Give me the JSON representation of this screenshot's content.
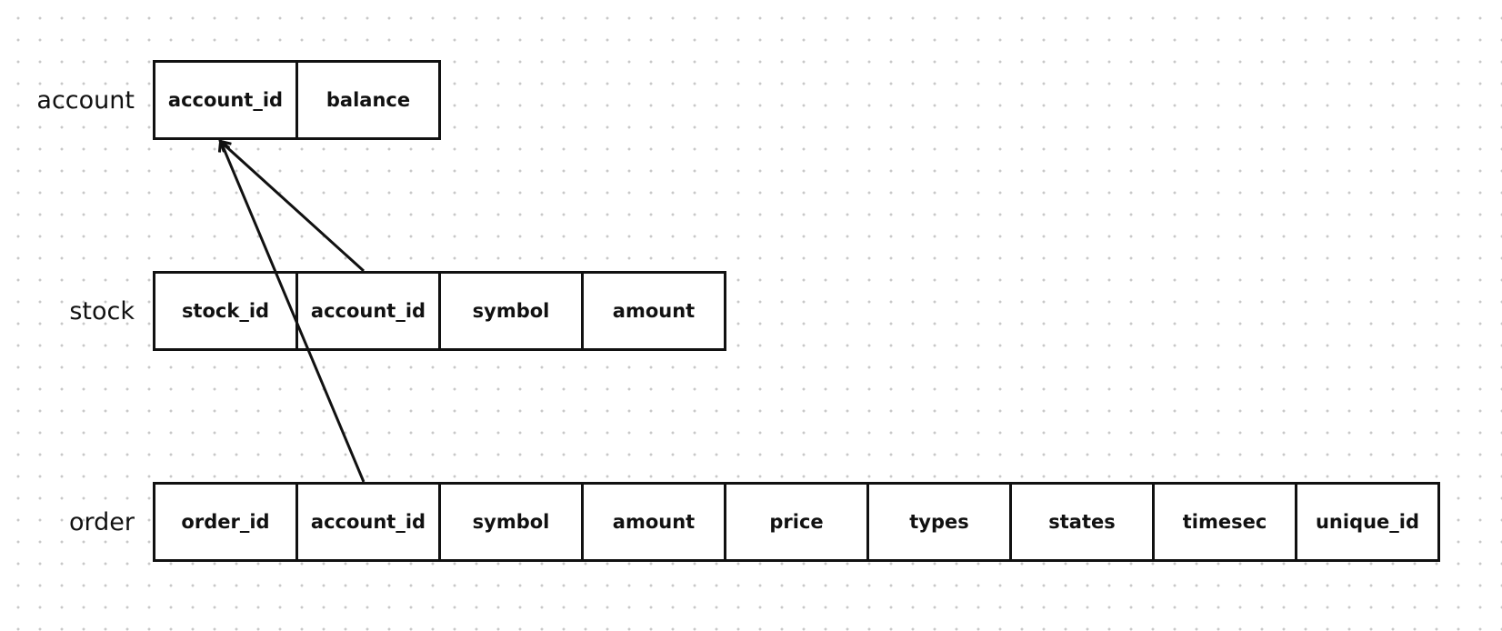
{
  "tables": [
    {
      "id": "account",
      "name": "account",
      "columns": [
        "account_id",
        "balance"
      ]
    },
    {
      "id": "stock",
      "name": "stock",
      "columns": [
        "stock_id",
        "account_id",
        "symbol",
        "amount"
      ]
    },
    {
      "id": "order",
      "name": "order",
      "columns": [
        "order_id",
        "account_id",
        "symbol",
        "amount",
        "price",
        "types",
        "states",
        "timesec",
        "unique_id"
      ]
    }
  ],
  "relations": [
    {
      "from_table": 1,
      "from_column": 1,
      "to_table": 0,
      "to_column": 0
    },
    {
      "from_table": 2,
      "from_column": 1,
      "to_table": 0,
      "to_column": 0
    }
  ],
  "colors": {
    "line": "#111111",
    "grid_dot": "#c8c8c8"
  }
}
